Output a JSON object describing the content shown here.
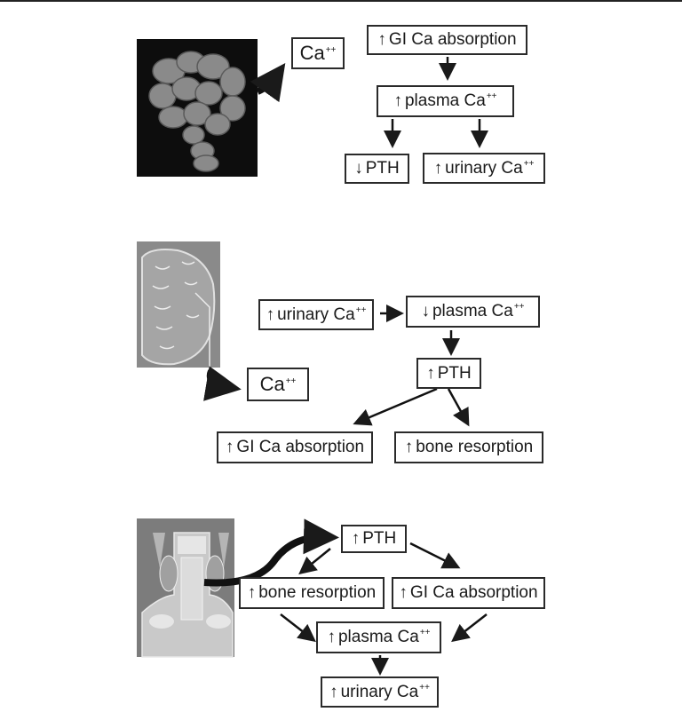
{
  "panel1": {
    "image": "colon-illustration",
    "ca_label": "Ca",
    "ca_sup": "++",
    "boxes": [
      {
        "id": "p1-gi",
        "dir": "up",
        "text": "GI Ca absorption",
        "sup": ""
      },
      {
        "id": "p1-plasma",
        "dir": "up",
        "text": "plasma Ca",
        "sup": "++"
      },
      {
        "id": "p1-pth",
        "dir": "down",
        "text": "PTH",
        "sup": ""
      },
      {
        "id": "p1-urinary",
        "dir": "up",
        "text": "urinary Ca",
        "sup": "++"
      }
    ]
  },
  "panel2": {
    "image": "kidney-illustration",
    "ca_label": "Ca",
    "ca_sup": "++",
    "boxes": [
      {
        "id": "p2-urinary",
        "dir": "up",
        "text": "urinary Ca",
        "sup": "++"
      },
      {
        "id": "p2-plasma",
        "dir": "down",
        "text": "plasma Ca",
        "sup": "++"
      },
      {
        "id": "p2-pth",
        "dir": "up",
        "text": "PTH",
        "sup": ""
      },
      {
        "id": "p2-gi",
        "dir": "up",
        "text": "GI Ca absorption",
        "sup": ""
      },
      {
        "id": "p2-bone",
        "dir": "up",
        "text": "bone resorption",
        "sup": ""
      }
    ]
  },
  "panel3": {
    "image": "parathyroid-neck-illustration",
    "boxes": [
      {
        "id": "p3-pth",
        "dir": "up",
        "text": "PTH",
        "sup": ""
      },
      {
        "id": "p3-bone",
        "dir": "up",
        "text": "bone resorption",
        "sup": ""
      },
      {
        "id": "p3-gi",
        "dir": "up",
        "text": "GI Ca absorption",
        "sup": ""
      },
      {
        "id": "p3-plasma",
        "dir": "up",
        "text": "plasma Ca",
        "sup": "++"
      },
      {
        "id": "p3-urinary",
        "dir": "up",
        "text": "urinary Ca",
        "sup": "++"
      }
    ]
  }
}
